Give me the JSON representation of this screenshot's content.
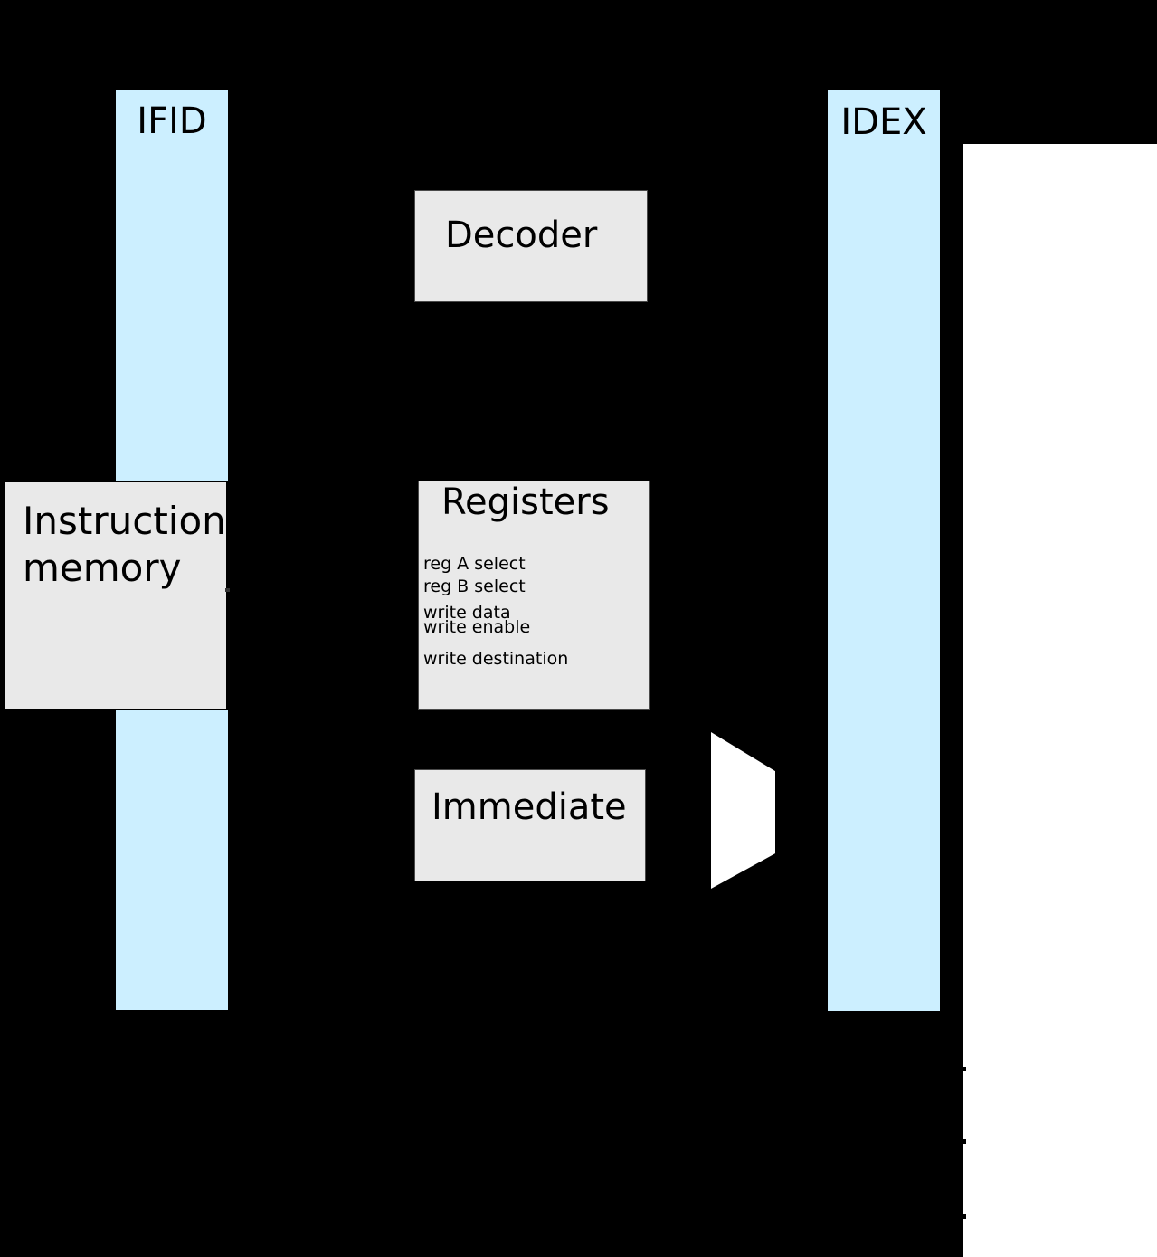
{
  "diagram": {
    "pipeline_registers": {
      "ifid": {
        "label": "IFID"
      },
      "idex": {
        "label": "IDEX"
      }
    },
    "blocks": {
      "instruction_memory": {
        "line1": "Instruction",
        "line2": "memory"
      },
      "decoder": {
        "label": "Decoder"
      },
      "registers": {
        "label": "Registers",
        "ports": [
          "reg A select",
          "reg B select",
          "write data",
          "write enable",
          "write destination"
        ]
      },
      "immediate": {
        "label": "Immediate"
      },
      "mux": {
        "name": "multiplexer"
      }
    },
    "colors": {
      "background": "#000000",
      "pipeline_register_fill": "#ccefff",
      "block_fill": "#e9e9e9",
      "block_border": "#4a4a4a",
      "stage_background": "#ffffff",
      "text": "#000000",
      "wire": "#000000"
    }
  }
}
